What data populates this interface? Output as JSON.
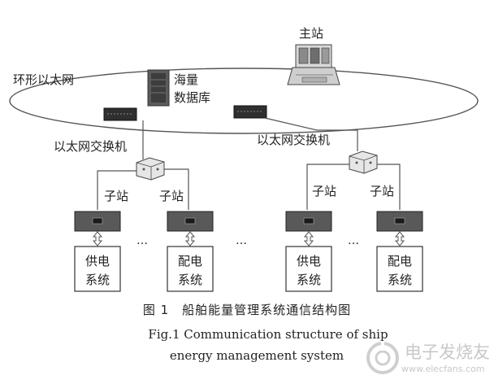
{
  "diagram": {
    "ring_label": "环形以太网",
    "master_label": "主站",
    "db_label_line1": "海量",
    "db_label_line2": "数据库",
    "switch_left_label": "以太网交换机",
    "switch_right_label": "以太网交换机",
    "substation_label": "子站",
    "ellipsis": "…",
    "systems": [
      {
        "line1": "供电",
        "line2": "系统"
      },
      {
        "line1": "配电",
        "line2": "系统"
      },
      {
        "line1": "供电",
        "line2": "系统"
      },
      {
        "line1": "配电",
        "line2": "系统"
      }
    ]
  },
  "caption": {
    "zh": "图 1　船舶能量管理系统通信结构图",
    "en_line1": "Fig.1    Communication structure of ship",
    "en_line2": "energy management system"
  },
  "watermark": {
    "text": "电子发烧友",
    "url": "www.elecfans.com"
  }
}
